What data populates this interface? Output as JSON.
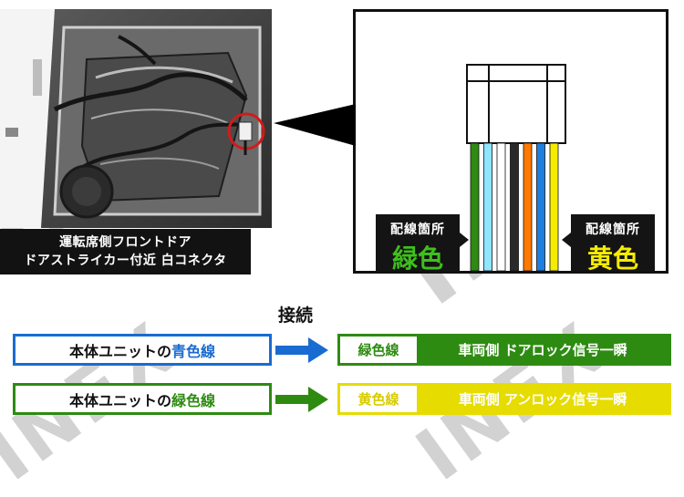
{
  "watermark": "INEX",
  "photo": {
    "caption_line1": "運転席側フロントドア",
    "caption_line2": "ドアストライカー付近 白コネクタ"
  },
  "connector": {
    "wire_colors": [
      "#2e8b12",
      "#8ee6ff",
      "#ffffff",
      "#2a2a2a",
      "#ff7a00",
      "#1e7fe0",
      "#f5ec00"
    ],
    "left_tag": {
      "label": "配線箇所",
      "color_name": "緑色",
      "color": "#3fbf1c"
    },
    "right_tag": {
      "label": "配線箇所",
      "color_name": "黄色",
      "color": "#f5ec00"
    }
  },
  "connection_label": "接続",
  "rows": [
    {
      "unit_prefix": "本体ユニットの",
      "unit_color_word": "青色線",
      "unit_border": "#1a6bd1",
      "unit_color": "#1a6bd1",
      "arrow_color": "#1a6bd1",
      "signal_color_word": "緑色線",
      "signal_color_text": "#2e8b12",
      "signal_fill": "#2e8b12",
      "signal_text": "車両側 ドアロック信号一瞬"
    },
    {
      "unit_prefix": "本体ユニットの",
      "unit_color_word": "緑色線",
      "unit_border": "#2e8b12",
      "unit_color": "#2e8b12",
      "arrow_color": "#2e8b12",
      "signal_color_word": "黄色線",
      "signal_color_text": "#d8cc00",
      "signal_fill": "#e6dc00",
      "signal_text": "車両側 アンロック信号一瞬"
    }
  ]
}
